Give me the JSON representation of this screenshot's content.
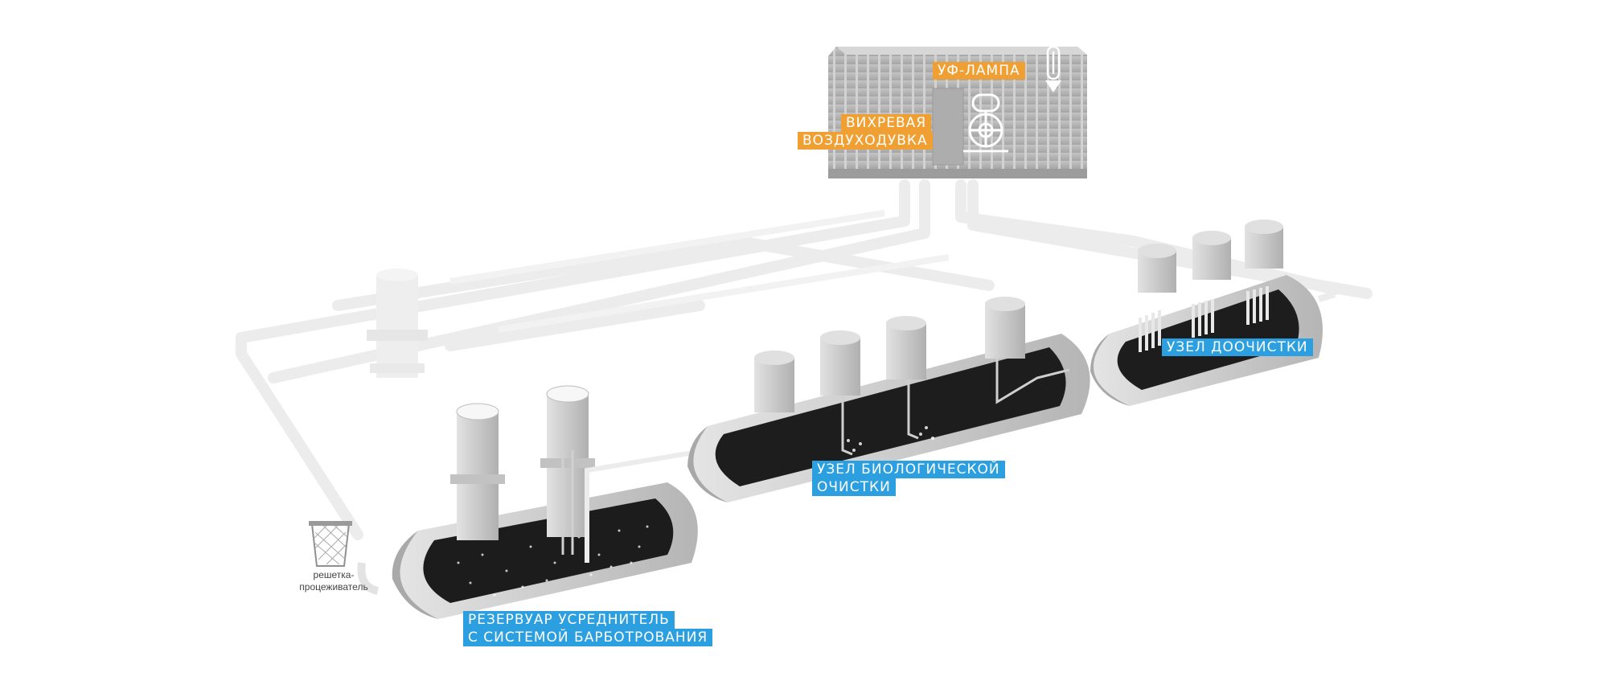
{
  "colors": {
    "orange_tag": "#f0a033",
    "blue_tag": "#2b9fe0",
    "pipe": "#e6e6e6",
    "tank_shell": "#cfcfcf",
    "tank_interior": "#1c1c1c",
    "container": "#b9b9b9"
  },
  "labels": {
    "uv_lamp": "УФ-ЛАМПА",
    "blower_line1": "ВИХРЕВАЯ",
    "blower_line2": "ВОЗДУХОДУВКА",
    "post_treatment": "УЗЕЛ ДООЧИСТКИ",
    "bio_line1": "УЗЕЛ БИОЛОГИЧЕСКОЙ",
    "bio_line2": "ОЧИСТКИ",
    "equalizer_line1": "РЕЗЕРВУАР УСРЕДНИТЕЛЬ",
    "equalizer_line2": "С СИСТЕМОЙ БАРБОТРОВАНИЯ",
    "grate_line1": "решетка-",
    "grate_line2": "процеживатель"
  },
  "icons": [
    "uv-lamp-icon",
    "blower-icon",
    "trash-bin-icon"
  ]
}
